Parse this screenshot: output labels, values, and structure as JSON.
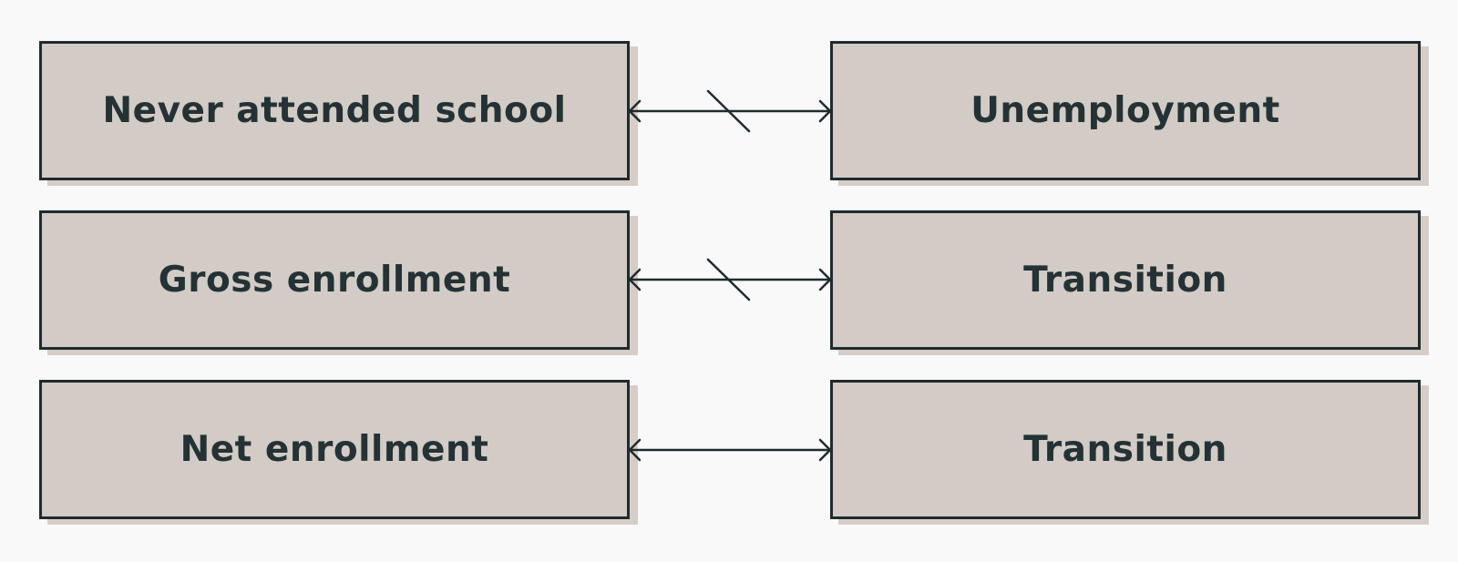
{
  "colors": {
    "background": "#f9f9f9",
    "box_fill": "#d3cbc6",
    "box_border": "#1f2b2d",
    "text": "#243235",
    "arrow": "#1f2b2d"
  },
  "rows": [
    {
      "left_label": "Never attended school",
      "right_label": "Unemployment",
      "connector": "bidirectional-arrow-struck-through"
    },
    {
      "left_label": "Gross enrollment",
      "right_label": "Transition",
      "connector": "bidirectional-arrow-struck-through"
    },
    {
      "left_label": "Net enrollment",
      "right_label": "Transition",
      "connector": "bidirectional-arrow"
    }
  ]
}
